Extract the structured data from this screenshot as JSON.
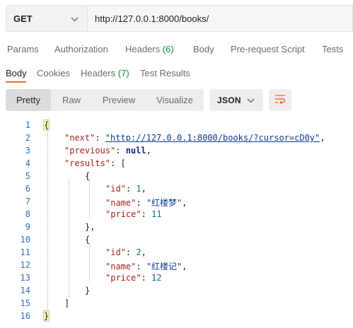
{
  "request": {
    "method": "GET",
    "url": "http://127.0.0.1:8000/books/"
  },
  "request_tabs": {
    "params": "Params",
    "authorization": "Authorization",
    "headers": "Headers",
    "headers_count": "(6)",
    "body": "Body",
    "pre_request_script": "Pre-request Script",
    "tests": "Tests"
  },
  "response_tabs": {
    "body": "Body",
    "cookies": "Cookies",
    "headers": "Headers",
    "headers_count": "(7)",
    "test_results": "Test Results"
  },
  "view_modes": {
    "pretty": "Pretty",
    "raw": "Raw",
    "preview": "Preview",
    "visualize": "Visualize",
    "active": "Pretty"
  },
  "format": {
    "selected": "JSON"
  },
  "icons": {
    "method_dropdown": "chevron-down-icon",
    "format_dropdown": "chevron-down-icon",
    "wrap": "wrap-lines-icon"
  },
  "colors": {
    "accent": "#f26b3a",
    "count": "#0e8a3a",
    "key": "#a5231e",
    "string": "#0b3a92",
    "number": "#0e6b7d",
    "line_number": "#2f6fbf"
  },
  "response_body": {
    "line_numbers": [
      "1",
      "2",
      "3",
      "4",
      "5",
      "6",
      "7",
      "8",
      "9",
      "10",
      "11",
      "12",
      "13",
      "14",
      "15",
      "16"
    ],
    "next_key": "\"next\"",
    "next_value": "\"http://127.0.0.1:8000/books/?cursor=cD0y\"",
    "previous_key": "\"previous\"",
    "previous_value": "null",
    "results_key": "\"results\"",
    "id_key": "\"id\"",
    "name_key": "\"name\"",
    "price_key": "\"price\"",
    "items": [
      {
        "id": "1",
        "name": "\"红楼梦\"",
        "price": "11"
      },
      {
        "id": "2",
        "name": "\"红楼记\"",
        "price": "12"
      }
    ]
  }
}
